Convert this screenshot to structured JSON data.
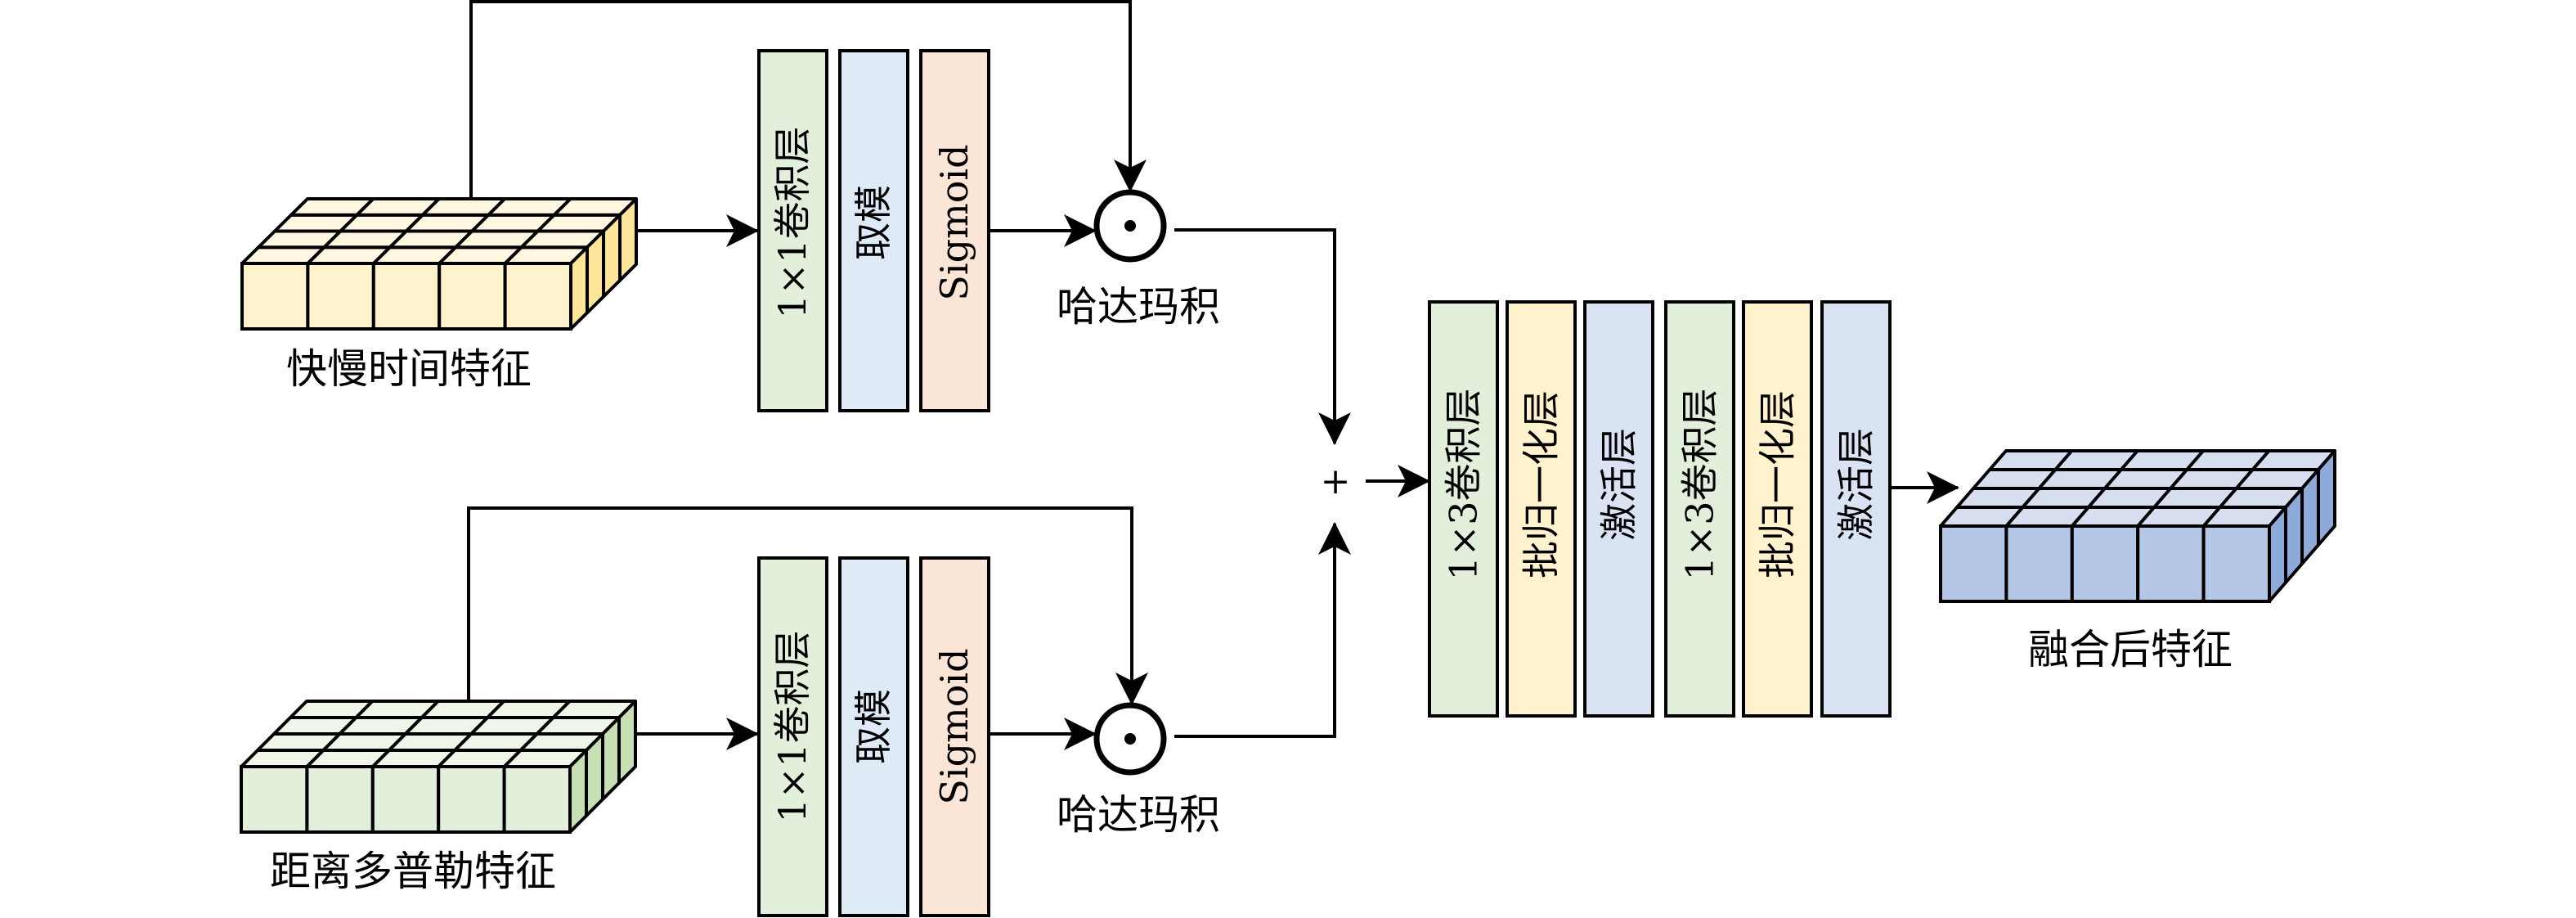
{
  "diagram": {
    "title": "",
    "colors": {
      "stroke": "#000000",
      "yellow": {
        "front": "#FFF2CC",
        "top": "#FFF7E1",
        "side": "#FFE599"
      },
      "green": {
        "front": "#E2EFDA",
        "top": "#EEF6E8",
        "side": "#C6E0B4"
      },
      "blue": {
        "front": "#B4C7E7",
        "top": "#D6DEF0",
        "side": "#8EAADB"
      },
      "block_green": "#E2EFDA",
      "block_blue": "#DEEAF6",
      "block_peach": "#FBE5D6",
      "block_yellow": "#FFF2CC",
      "block_lavender": "#DAE3F3"
    },
    "inputs": [
      {
        "id": "slow-fast-time",
        "label": "快慢时间特征",
        "color": "yellow"
      },
      {
        "id": "range-doppler",
        "label": "距离多普勒特征",
        "color": "green"
      }
    ],
    "branch_blocks": [
      {
        "label": "1×1卷积层",
        "color": "block_green"
      },
      {
        "label": "取模",
        "color": "block_blue"
      },
      {
        "label": "Sigmoid",
        "color": "block_peach"
      }
    ],
    "hadamard": {
      "label": "哈达玛积",
      "symbol": "⊙"
    },
    "sum": {
      "symbol": "+"
    },
    "fusion_blocks": [
      {
        "label": "1×3卷积层",
        "color": "block_green"
      },
      {
        "label": "批归一化层",
        "color": "block_yellow"
      },
      {
        "label": "激活层",
        "color": "block_lavender"
      },
      {
        "label": "1×3卷积层",
        "color": "block_green"
      },
      {
        "label": "批归一化层",
        "color": "block_yellow"
      },
      {
        "label": "激活层",
        "color": "block_lavender"
      }
    ],
    "output": {
      "label": "融合后特征",
      "color": "blue"
    },
    "cube_grid": {
      "cols": 5,
      "rows": 4
    }
  }
}
